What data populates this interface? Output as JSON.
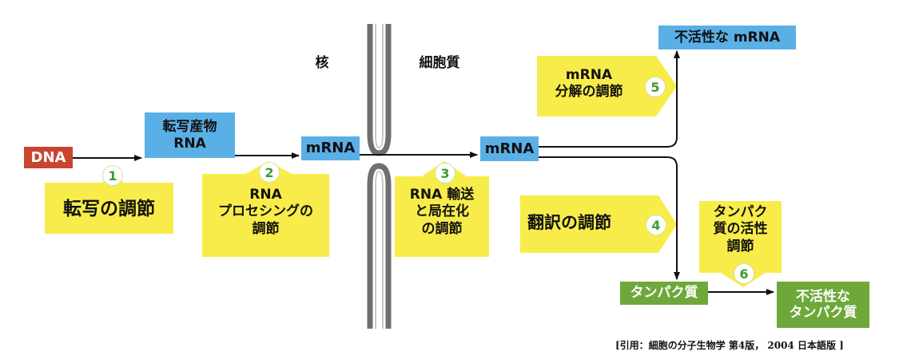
{
  "regions": {
    "nucleus": "核",
    "cytoplasm": "細胞質"
  },
  "nodes": {
    "dna": "DNA",
    "primary_transcript": [
      "転写産物",
      "RNA"
    ],
    "mrna_nucleus": "mRNA",
    "mrna_cytoplasm": "mRNA",
    "inactive_mrna": "不活性な mRNA",
    "protein": "タンパク質",
    "inactive_protein": [
      "不活性な",
      "タンパク質"
    ]
  },
  "steps": [
    {
      "number": "1",
      "label": [
        "転写の調節"
      ]
    },
    {
      "number": "2",
      "label": [
        "RNA",
        "プロセシングの",
        "調節"
      ]
    },
    {
      "number": "3",
      "label": [
        "RNA 輸送",
        "と局在化",
        "の調節"
      ]
    },
    {
      "number": "4",
      "label": [
        "翻訳の調節"
      ]
    },
    {
      "number": "5",
      "label": [
        "mRNA",
        "分解の調節"
      ]
    },
    {
      "number": "6",
      "label": [
        "タンパク",
        "質の活性",
        "調節"
      ]
    }
  ],
  "citation": "[引用：細胞の分子生物学 第4版， 2004 日本語版 ]",
  "colors": {
    "dna_box": "#c8452f",
    "rna_box": "#5ab0e6",
    "protein_box": "#6ea83a",
    "step_fill": "#f8ec4a",
    "step_number": "#3f9a32",
    "membrane": "#6f6f6f",
    "arrow": "#111111"
  }
}
